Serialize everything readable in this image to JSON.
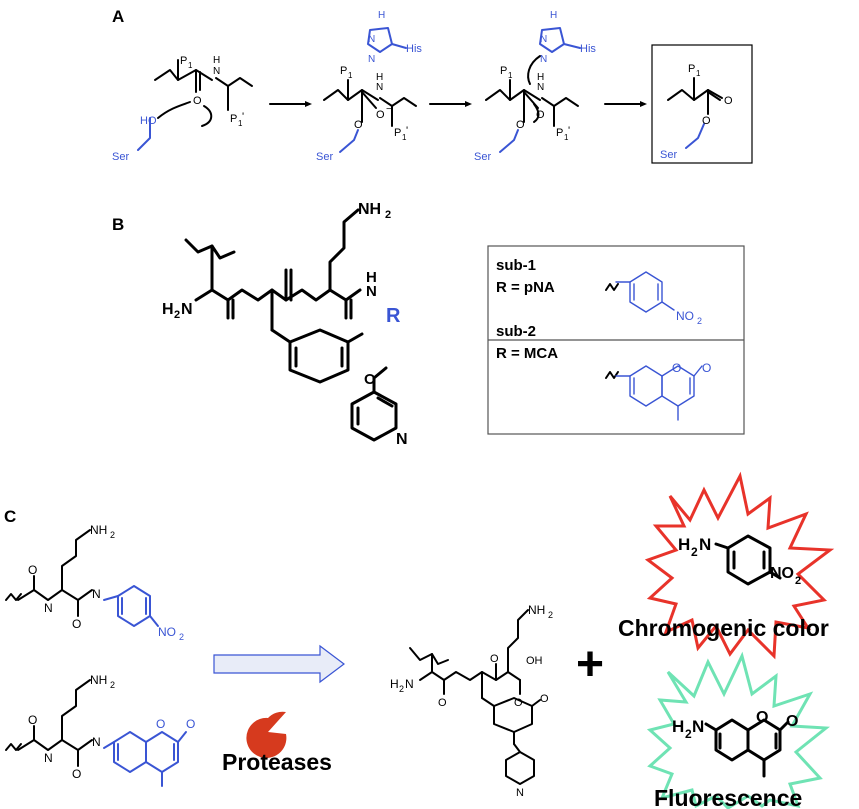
{
  "panels": {
    "a": {
      "label": "A",
      "p1": "P",
      "p1_sub": "1",
      "p1_prime": "P",
      "p1_prime_sub": "1",
      "prime_mark": "'",
      "nh": "H",
      "n": "N",
      "o": "O",
      "ho": "HO",
      "o_minus": "O",
      "minus": "−",
      "ser": "Ser",
      "his": "His",
      "h": "H"
    },
    "b": {
      "label": "B",
      "nh2_top": "NH",
      "nh2_top_sub": "2",
      "h2n": "H",
      "h2n_sub": "2",
      "h2n_n": "N",
      "r": "R",
      "n_pyridine": "N",
      "o_ether": "O",
      "substrates": [
        {
          "name": "sub-1",
          "r_line": "R = pNA",
          "group": "NO",
          "group_sub": "2"
        },
        {
          "name": "sub-2",
          "r_line": "R = MCA"
        }
      ]
    },
    "c": {
      "label": "C",
      "nh2": "NH",
      "nh2_sub": "2",
      "no2": "NO",
      "no2_sub": "2",
      "oh": "OH",
      "h2n": "H",
      "h2n_sub": "2",
      "h2n_n": "N",
      "plus": "+",
      "protease_label": "Proteases",
      "chromogenic_label": "Chromogenic color",
      "fluorescence_label": "Fluorescence"
    }
  },
  "colors": {
    "blue": "#3a55d4",
    "burst_red": "#e8332a",
    "burst_green": "#6fe3b4",
    "pacman": "#d63a1e",
    "arrow_fill": "#e8ecf8"
  }
}
